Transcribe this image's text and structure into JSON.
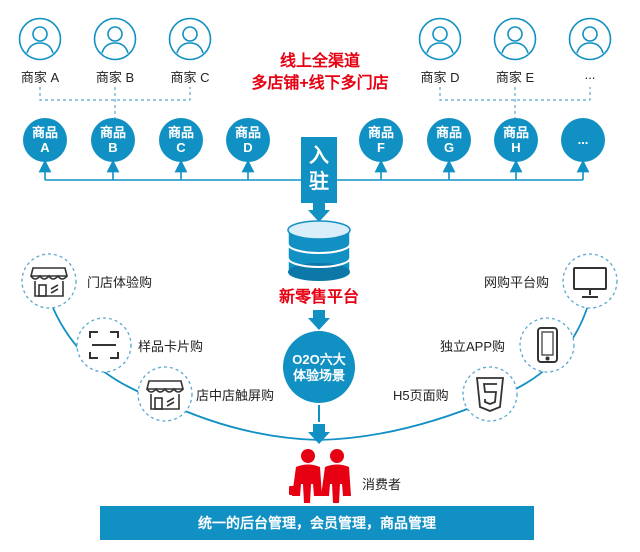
{
  "colors": {
    "primary_blue": "#1190c3",
    "dark_blue": "#0c78a8",
    "accent_red": "#e60012",
    "dashed_line": "#5aa8cf",
    "icon_gray": "#333333"
  },
  "merchants": [
    "商家 A",
    "商家 B",
    "商家 C",
    "商家 D",
    "商家 E",
    "..."
  ],
  "channel_title": [
    "线上全渠道",
    "多店铺+线下多门店"
  ],
  "products": [
    {
      "top": "商品",
      "bottom": "A"
    },
    {
      "top": "商品",
      "bottom": "B"
    },
    {
      "top": "商品",
      "bottom": "C"
    },
    {
      "top": "商品",
      "bottom": "D"
    },
    {
      "top": "商品",
      "bottom": "F"
    },
    {
      "top": "商品",
      "bottom": "G"
    },
    {
      "top": "商品",
      "bottom": "H"
    },
    {
      "top": "",
      "bottom": "..."
    }
  ],
  "entry_label": [
    "入",
    "驻"
  ],
  "platform_title": "新零售平台",
  "center_hub": [
    "O2O六大",
    "体验场景"
  ],
  "scenes_left": [
    "门店体验购",
    "样品卡片购",
    "店中店触屏购"
  ],
  "scenes_right": [
    "网购平台购",
    "独立APP购",
    "H5页面购"
  ],
  "consumer_label": "消费者",
  "banner_text": "统一的后台管理，会员管理，商品管理",
  "icons": {
    "merchant": "user-avatar-icon",
    "database": "database-icon",
    "store": "storefront-icon",
    "card": "card-frame-icon",
    "monitor": "monitor-icon",
    "phone": "smartphone-icon",
    "html5": "html5-icon",
    "consumers": "people-icon"
  }
}
